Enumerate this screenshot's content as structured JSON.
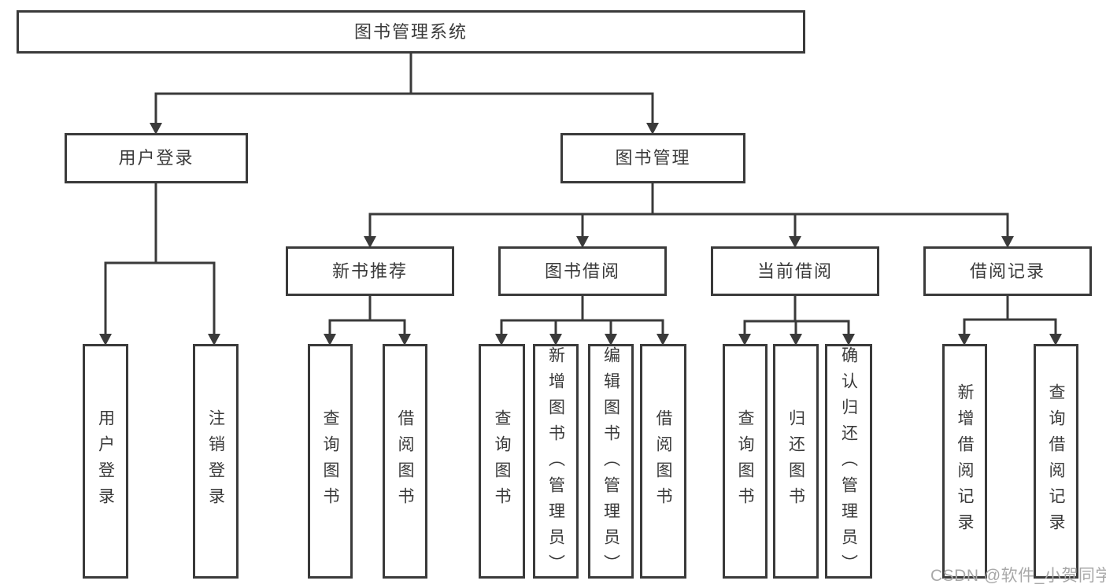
{
  "diagram": {
    "root": "图书管理系统",
    "level2": [
      "用户登录",
      "图书管理"
    ],
    "level3": [
      "新书推荐",
      "图书借阅",
      "当前借阅",
      "借阅记录"
    ],
    "leaves": [
      "用户登录",
      "注销登录",
      "查询图书",
      "借阅图书",
      "查询图书",
      "新增图书（管理员）",
      "编辑图书（管理员）",
      "借阅图书",
      "查询图书",
      "归还图书",
      "确认归还（管理员）",
      "新增借阅记录",
      "查询借阅记录"
    ]
  },
  "watermark": "CSDN @软件_小贺同学",
  "colors": {
    "line": "#3a3a3a",
    "text": "#3a3a3a",
    "watermark": "#a8a8a8",
    "background": "#ffffff"
  }
}
